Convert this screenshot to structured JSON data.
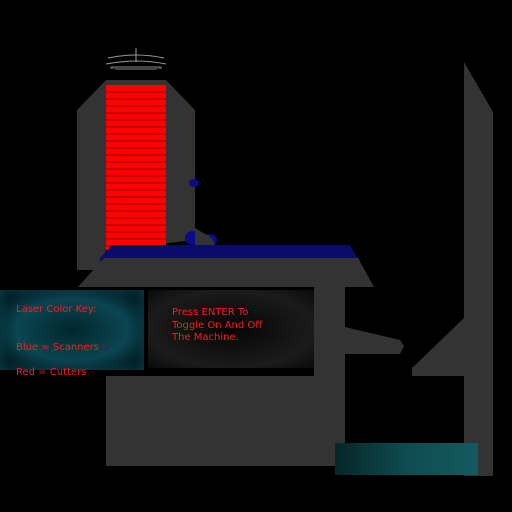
{
  "laser_key": {
    "title": "Laser Color Key:",
    "lines": [
      "Blue = Scanners",
      "Red = Cutters"
    ]
  },
  "toggle_panel": {
    "text": "Press ENTER To\nToggle On And Off\nThe Machine."
  },
  "colors": {
    "background": "#000000",
    "machine_gray": "#333333",
    "cutter_red": "#ff0000",
    "scanner_blue": "#0a0a8a",
    "glow_cyan": "#0d4a50",
    "text_red": "#ff1a1a"
  }
}
